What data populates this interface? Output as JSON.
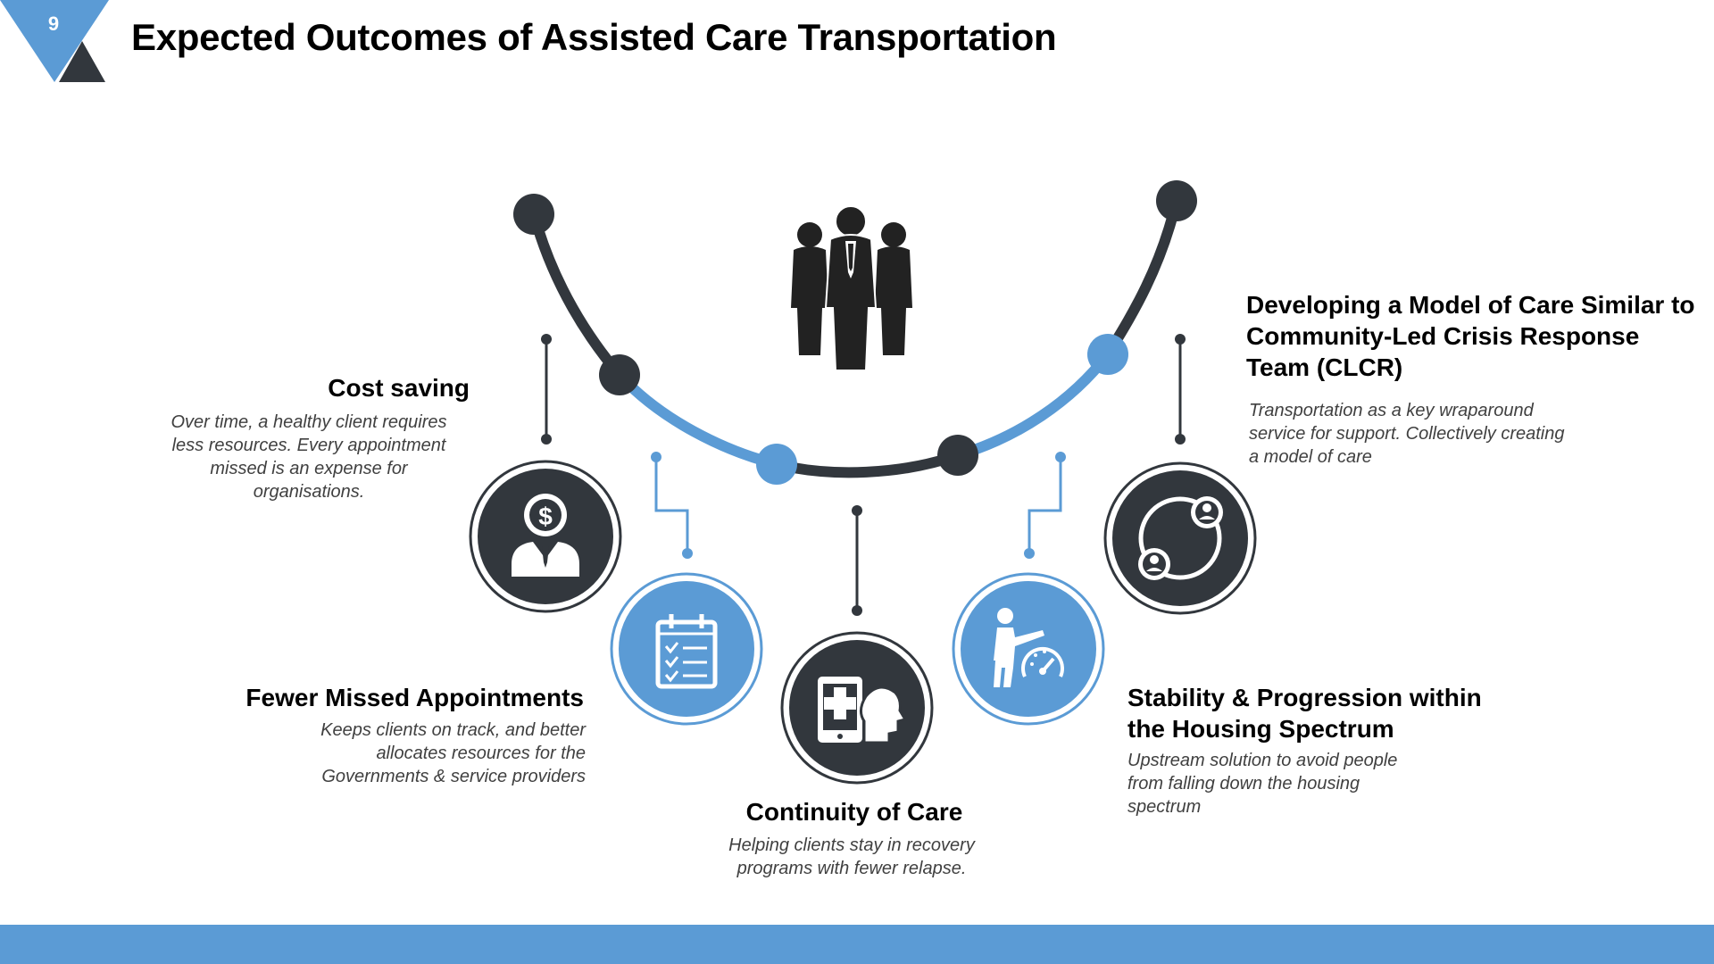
{
  "slide": {
    "number": "9",
    "title": "Expected Outcomes of Assisted Care Transportation"
  },
  "colors": {
    "dark": "#32373d",
    "blue": "#5b9bd5",
    "white": "#ffffff",
    "text_gray": "#404040"
  },
  "center_icon": "group-of-three-people-icon",
  "outcomes": [
    {
      "heading": "Cost saving",
      "description": "Over time, a healthy client requires less resources. Every appointment missed is an expense for organisations.",
      "icon": "dollar-head-person-icon"
    },
    {
      "heading": "Fewer Missed Appointments",
      "description": "Keeps clients on track, and better allocates resources for the Governments & service providers",
      "icon": "calendar-checklist-icon"
    },
    {
      "heading": "Continuity of Care",
      "description": "Helping clients stay in recovery programs with fewer relapse.",
      "icon": "medical-tablet-person-icon"
    },
    {
      "heading": "Stability & Progression within the Housing Spectrum",
      "description": "Upstream solution to avoid people from falling down the housing spectrum",
      "icon": "person-speedometer-icon"
    },
    {
      "heading": "Developing a Model of Care Similar to Community-Led Crisis Response Team (CLCR)",
      "description": "Transportation as a key wraparound service for support. Collectively creating a model of care",
      "icon": "connected-people-cycle-icon"
    }
  ]
}
